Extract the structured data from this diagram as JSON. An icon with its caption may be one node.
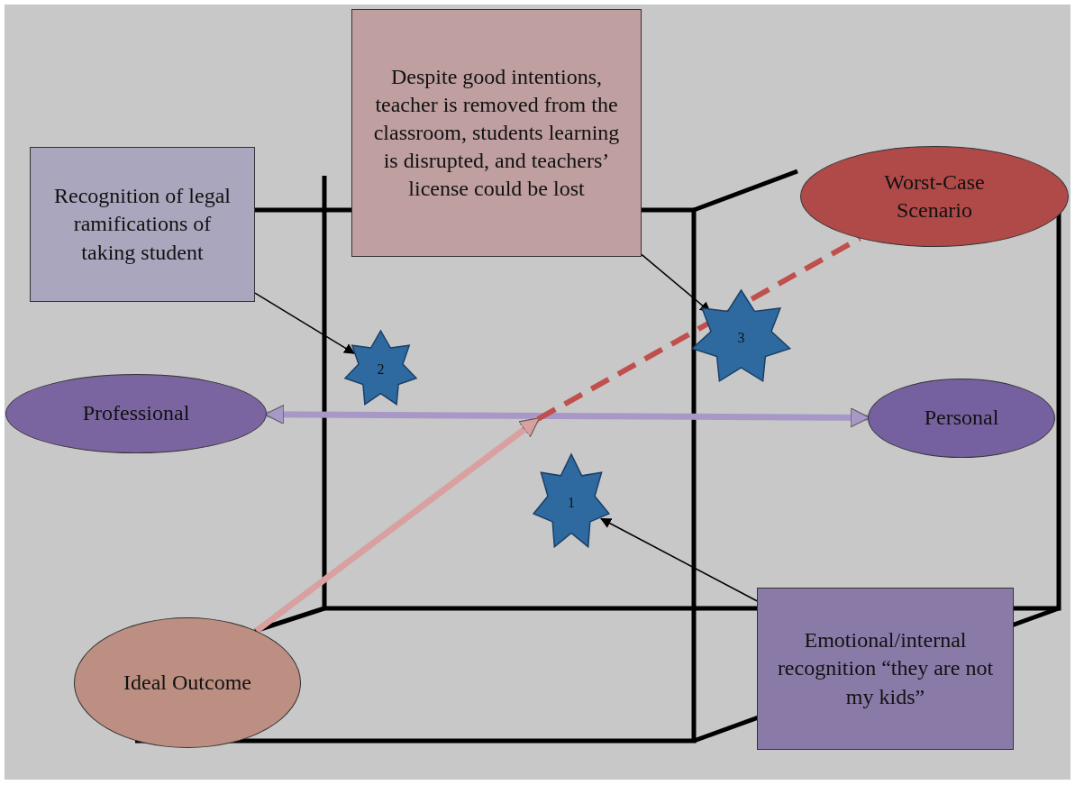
{
  "diagram": {
    "nodes": [
      {
        "text": [
          "Recognition of legal ramifications of taking student"
        ]
      },
      {
        "text": [
          "Despite good intentions, teacher is removed from the classroom, students learning is disrupted, and teachers’ license could be lost"
        ]
      },
      {
        "text": [
          "Worst-Case Scenario"
        ]
      },
      {
        "text": [
          "2"
        ]
      },
      {
        "text": [
          "3"
        ]
      },
      {
        "text": [
          "Professional"
        ]
      },
      {
        "text": [
          "Personal"
        ]
      },
      {
        "text": [
          "1"
        ]
      },
      {
        "text": [
          "Ideal Outcome"
        ]
      },
      {
        "text": [
          "Emotional/internal recognition “they are not my kids”"
        ]
      }
    ],
    "edges": [
      {
        "from": 0,
        "to": 3,
        "arrow": "to"
      },
      {
        "from": 1,
        "to": 4,
        "arrow": "to"
      },
      {
        "from": 5,
        "to": 6,
        "arrow": "both",
        "style": "thick",
        "color": "#a898c8"
      },
      {
        "from": 8,
        "to": null,
        "arrow": "to",
        "style": "thick",
        "color": "#d9a0a0"
      },
      {
        "from": null,
        "to": 2,
        "arrow": "none",
        "style": "dashed",
        "color": "#c0504d"
      },
      {
        "from": 9,
        "to": 7,
        "arrow": "to"
      }
    ]
  }
}
